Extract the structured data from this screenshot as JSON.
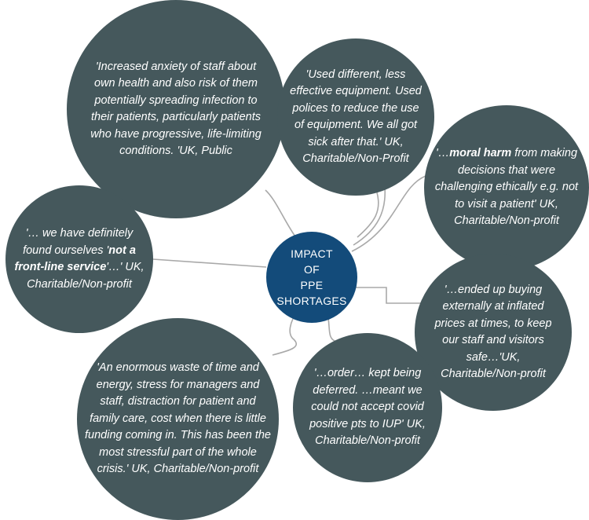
{
  "hub": {
    "line1": "IMPACT",
    "line2": "OF",
    "line3": "PPE",
    "line4": "SHORTAGES"
  },
  "quotes": {
    "anxiety": {
      "lines": [
        "'Increased anxiety of staff about",
        "own health and also risk of them",
        "potentially spreading infection to",
        "their patients, particularly patients",
        "who have progressive, life-limiting",
        "conditions. 'UK, Public"
      ]
    },
    "equipment": {
      "lines": [
        "'Used different, less",
        "effective equipment. Used",
        "polices to reduce the use",
        "of equipment. We all got",
        "sick after that.' UK,",
        "Charitable/Non-Profit"
      ]
    },
    "moral": {
      "lead": "'…",
      "bold": "moral harm",
      "lines": [
        " from making",
        "decisions that were",
        "challenging ethically e.g. not",
        "to visit a patient' UK,",
        "Charitable/Non-profit"
      ]
    },
    "front_line": {
      "line1": "'… we have definitely",
      "line2_plain": "found ourselves '",
      "line2_bold": "not a",
      "line3_bold": "front-line service",
      "line3_plain": "'…'  UK,",
      "line4": "Charitable/Non-profit"
    },
    "buying": {
      "lines": [
        "'…ended up buying",
        "externally at inflated",
        "prices at times, to keep",
        "our staff and visitors",
        "safe…'UK,",
        "Charitable/Non-profit"
      ]
    },
    "waste": {
      "lines": [
        "'An enormous waste of time and",
        "energy, stress for managers and",
        "staff, distraction for patient and",
        "family care, cost when there is little",
        "funding coming in. This has been the",
        "most stressful part of the whole",
        "crisis.' UK, Charitable/Non-profit"
      ]
    },
    "order": {
      "lines": [
        "'…order…  kept being",
        "deferred. …meant we",
        "could not accept covid",
        "positive pts to IUP' UK,",
        "Charitable/Non-profit"
      ]
    }
  },
  "colors": {
    "bubble": "#45585c",
    "hub": "#134b7a",
    "connector": "#a9a9a9",
    "text": "#ffffff"
  }
}
